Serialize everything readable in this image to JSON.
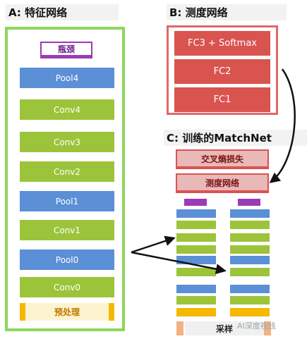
{
  "panel_a": {
    "label": "A: 特征网络"
  },
  "panel_b": {
    "label": "B: 测度网络"
  },
  "panel_c": {
    "label": "C: 训练的MatchNet"
  },
  "feature_network": {
    "bottleneck": "瓶颈",
    "layers": [
      "Pool4",
      "Conv4",
      "Conv3",
      "Conv2",
      "Pool1",
      "Conv1",
      "Pool0",
      "Conv0"
    ],
    "preprocess": "预处理"
  },
  "metric_network": {
    "layers": [
      "FC3 + Softmax",
      "FC2",
      "FC1"
    ]
  },
  "matchnet": {
    "cross_entropy_loss": "交叉熵损失",
    "metric_network": "测度网络",
    "sampling": "采样"
  },
  "watermark": "AI深度视线",
  "colors": {
    "pool": "#5b8fd6",
    "conv": "#9cc43a",
    "bottleneck": "#9b3bb5",
    "preprocess": "#f5b800",
    "fc": "#d9534f",
    "feature_border": "#8ed65c"
  }
}
